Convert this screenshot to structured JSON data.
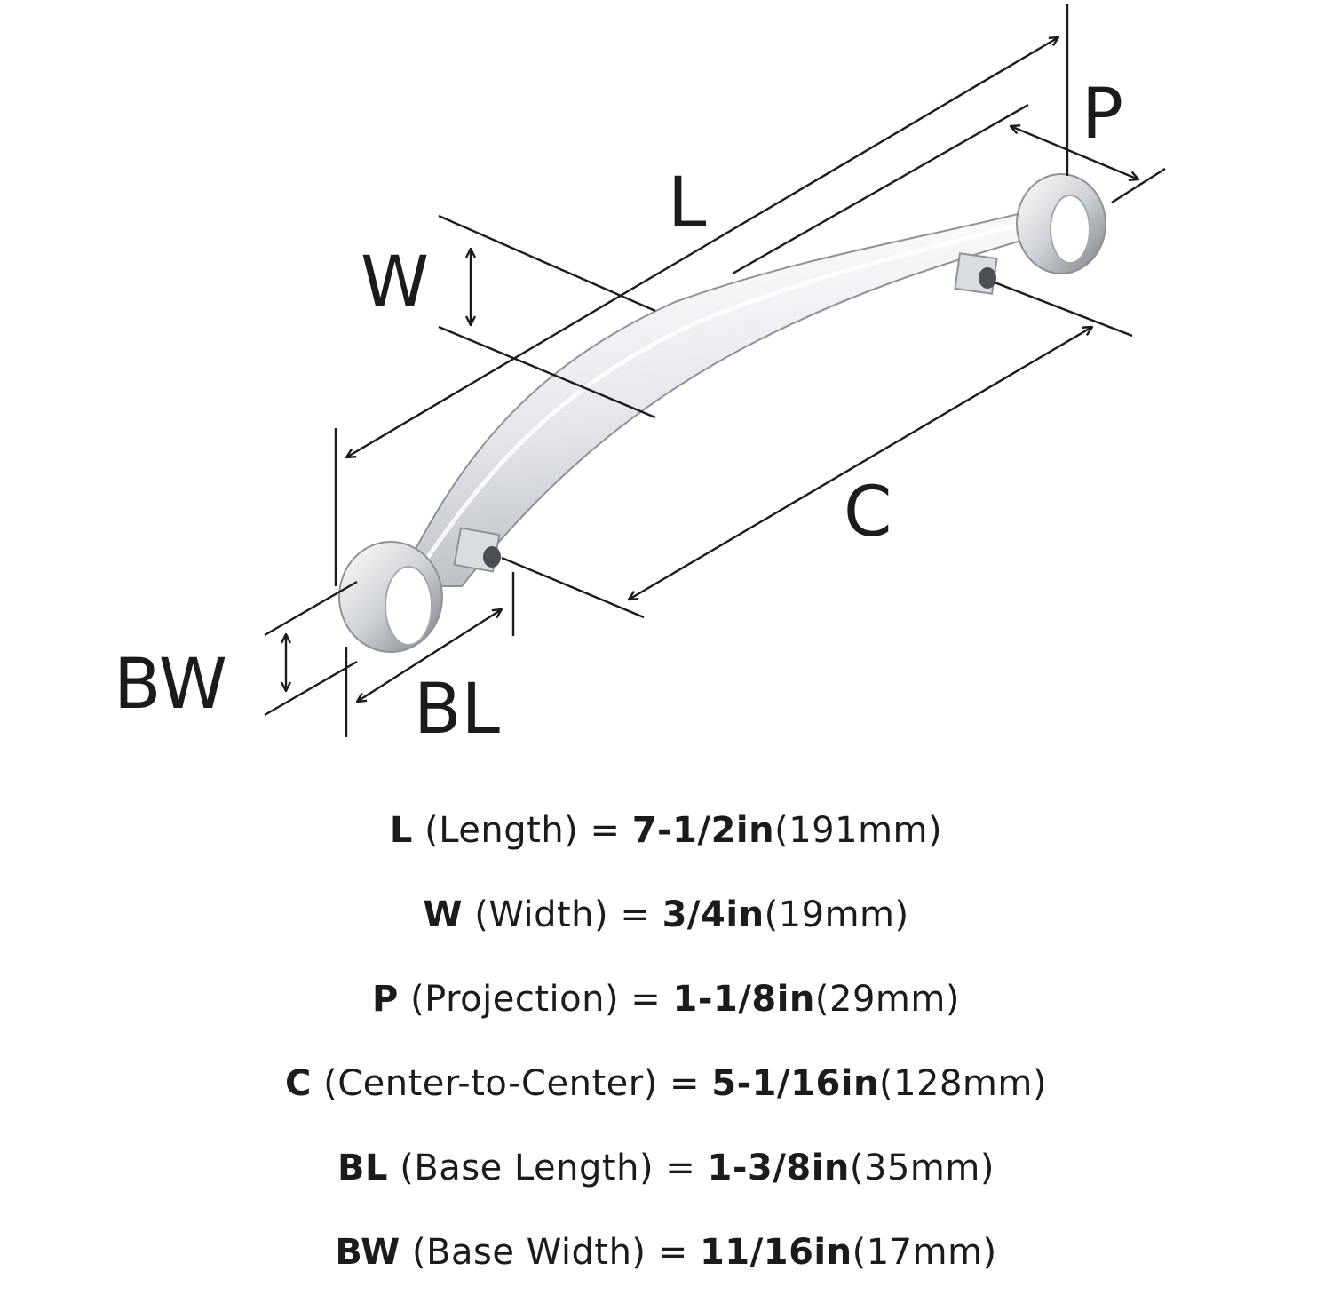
{
  "diagram": {
    "labels": {
      "L": "L",
      "W": "W",
      "P": "P",
      "C": "C",
      "BW": "BW",
      "BL": "BL"
    },
    "colors": {
      "ink": "#1b1b1b",
      "chrome_light": "#f4f5f7",
      "chrome_mid": "#c9ccd1",
      "chrome_dark": "#6f737a"
    }
  },
  "specs": [
    {
      "symbol": "L",
      "desc": "(Length) = ",
      "imperial": "7-1/2in",
      "metric": "(191mm)"
    },
    {
      "symbol": "W",
      "desc": "(Width) = ",
      "imperial": "3/4in",
      "metric": "(19mm)"
    },
    {
      "symbol": "P",
      "desc": "(Projection) = ",
      "imperial": "1-1/8in",
      "metric": "(29mm)"
    },
    {
      "symbol": "C",
      "desc": "(Center-to-Center) = ",
      "imperial": "5-1/16in",
      "metric": "(128mm)"
    },
    {
      "symbol": "BL",
      "desc": "(Base Length) = ",
      "imperial": "1-3/8in",
      "metric": "(35mm)"
    },
    {
      "symbol": "BW",
      "desc": "(Base Width) = ",
      "imperial": "11/16in",
      "metric": "(17mm)"
    }
  ]
}
